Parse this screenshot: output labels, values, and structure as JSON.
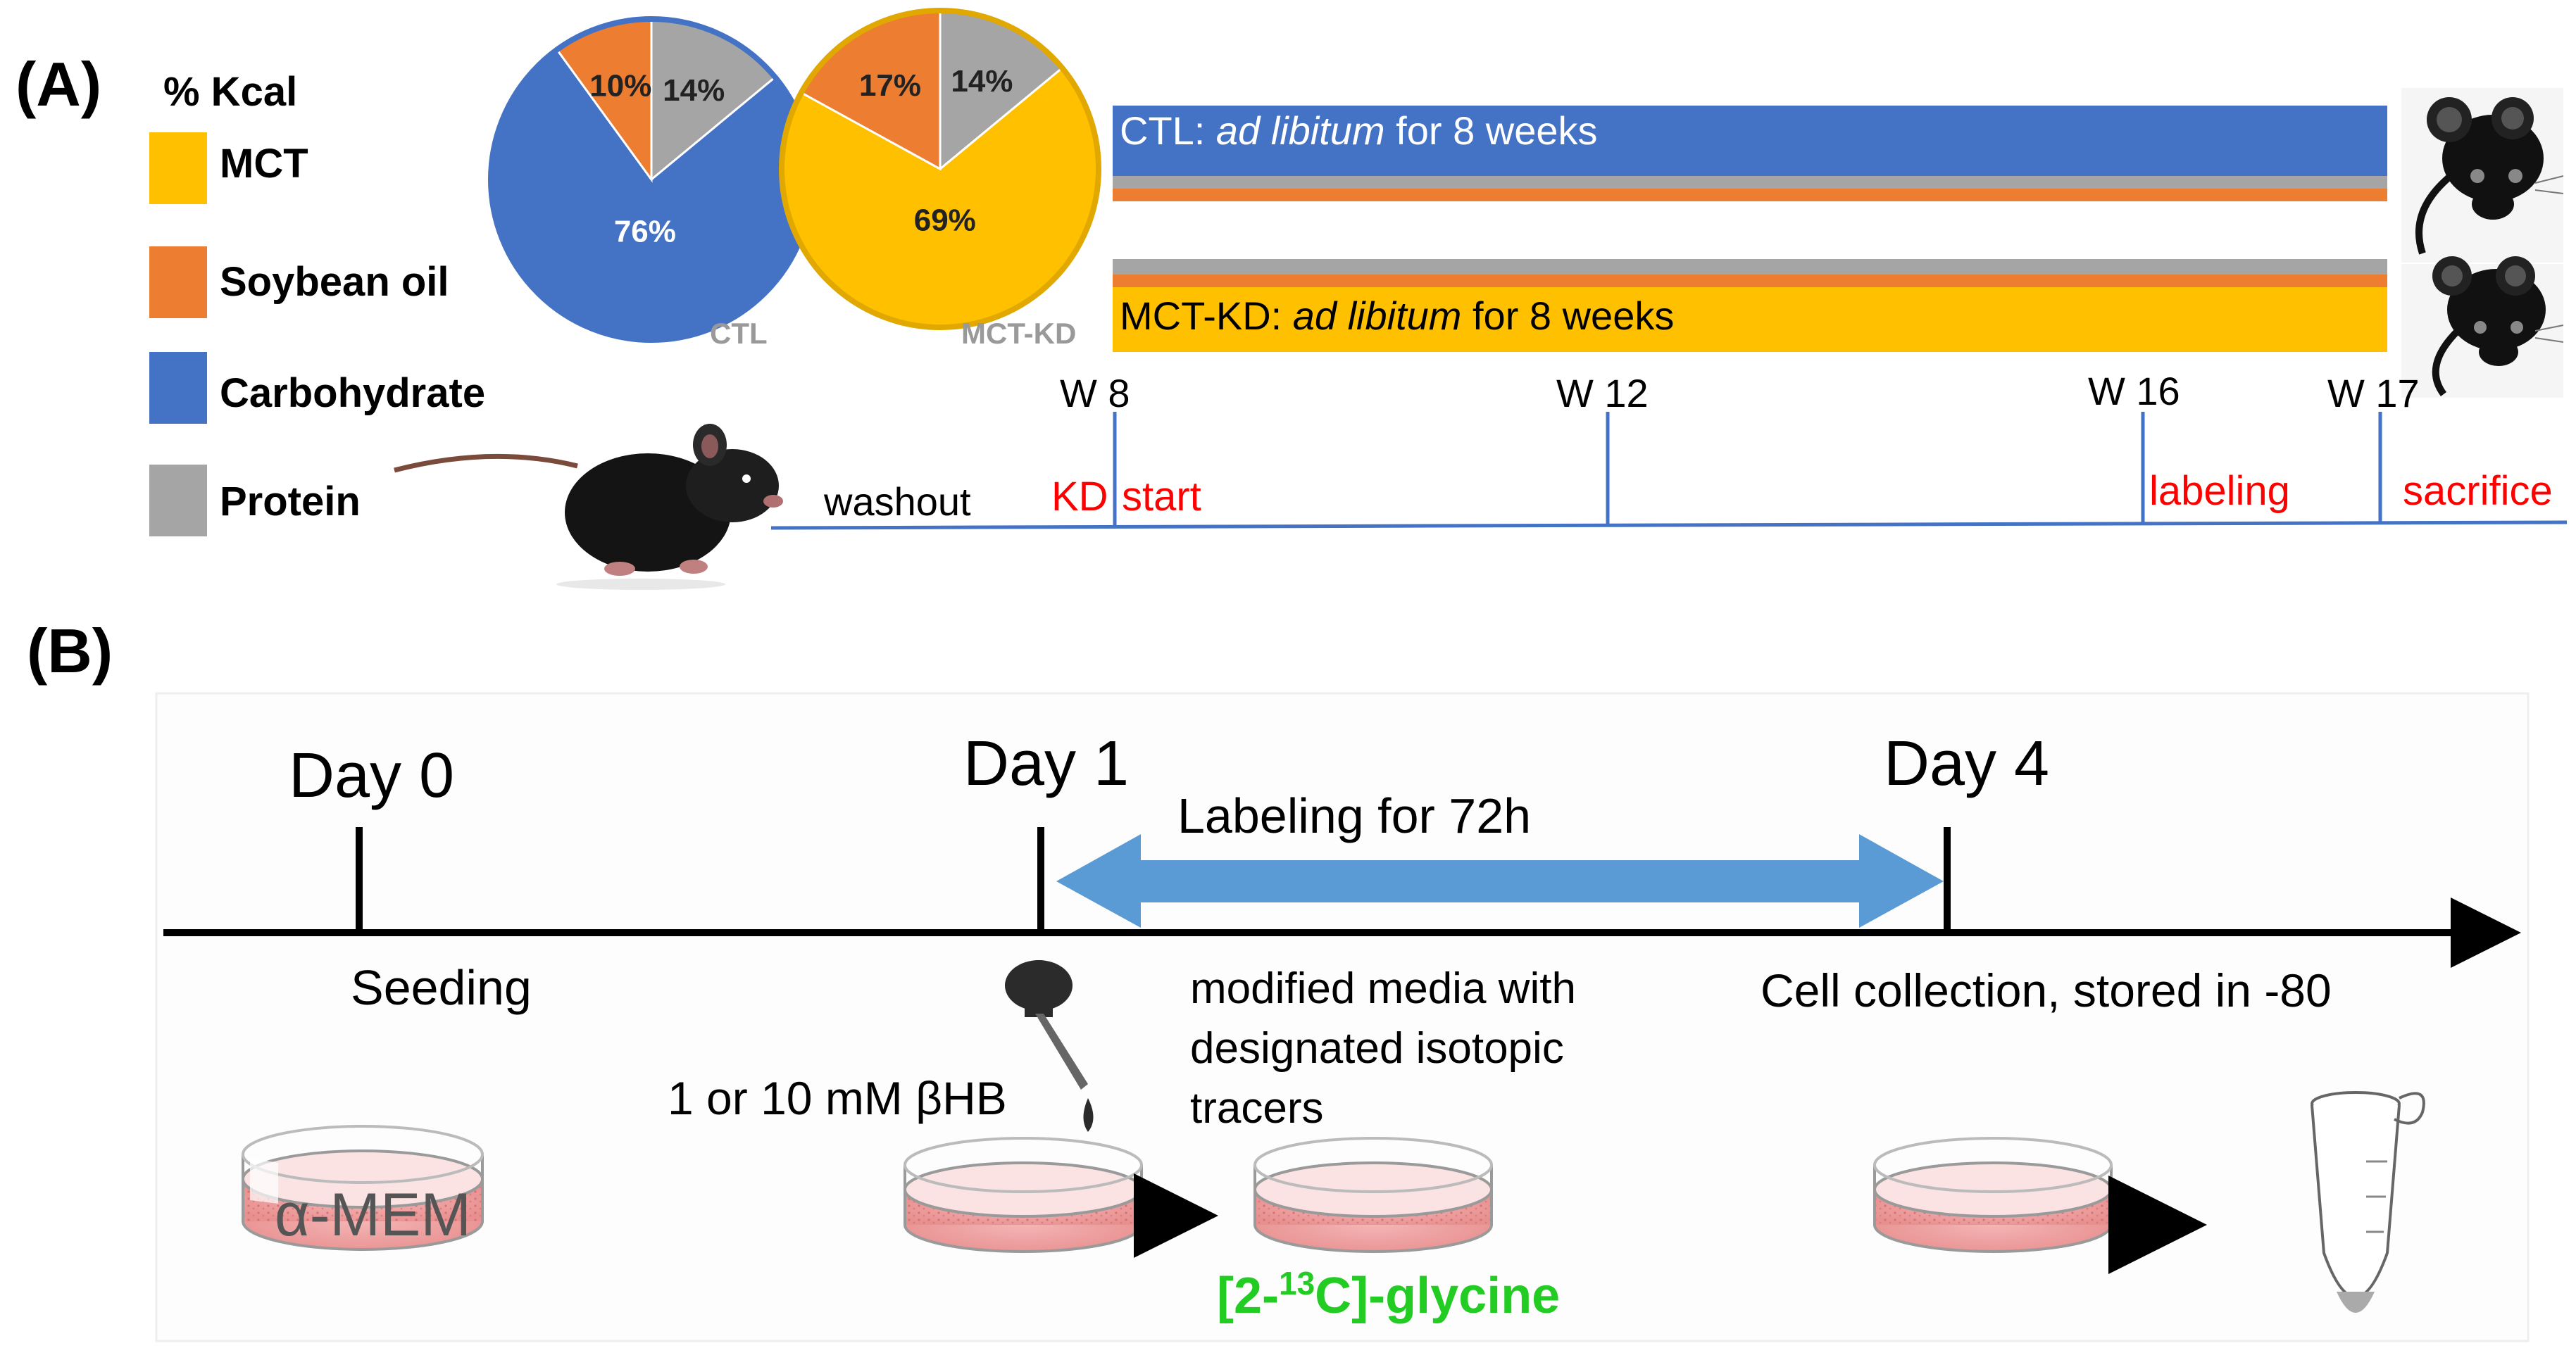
{
  "panel_a": {
    "label": "(A)",
    "legend": {
      "title": "% Kcal",
      "items": [
        {
          "label": "MCT",
          "color": "#FFC000"
        },
        {
          "label": "Soybean oil",
          "color": "#ED7D31"
        },
        {
          "label": "Carbohydrate",
          "color": "#4472C4"
        },
        {
          "label": "Protein",
          "color": "#A5A5A5"
        }
      ]
    },
    "pies": [
      {
        "name": "CTL",
        "slices": [
          {
            "component": "Protein",
            "percent": 14,
            "label": "14%"
          },
          {
            "component": "Carbohydrate",
            "percent": 76,
            "label": "76%"
          },
          {
            "component": "Soybean oil",
            "percent": 10,
            "label": "10%"
          }
        ]
      },
      {
        "name": "MCT-KD",
        "slices": [
          {
            "component": "Protein",
            "percent": 14,
            "label": "14%"
          },
          {
            "component": "MCT",
            "percent": 69,
            "label": "69%"
          },
          {
            "component": "Soybean oil",
            "percent": 17,
            "label": "17%"
          }
        ]
      }
    ],
    "diet_bars": {
      "ctl_prefix": "CTL: ",
      "ctl_italic": "ad libitum",
      "ctl_suffix": " for 8 weeks",
      "kd_prefix": "MCT-KD: ",
      "kd_italic": "ad libitum",
      "kd_suffix": " for 8 weeks"
    },
    "timeline": {
      "weeks": [
        "W 8",
        "W 12",
        "W 16",
        "W 17"
      ],
      "washout": "washout",
      "kd": "KD",
      "start": "start",
      "labeling": "labeling",
      "sacrifice": "sacrifice"
    },
    "colors": {
      "red": "#FF0000",
      "axis": "#4472C4"
    }
  },
  "panel_b": {
    "label": "(B)",
    "days": [
      "Day 0",
      "Day 1",
      "Day 4"
    ],
    "arrow_label": "Labeling for 72h",
    "seeding": "Seeding",
    "media_line1": "modified media with",
    "media_line2": "designated isotopic",
    "media_line3": "tracers",
    "collection": "Cell collection, stored in -80",
    "dose": "1 or 10 mM βHB",
    "dish_label": "α-MEM",
    "tracer_prefix": "[2-",
    "tracer_sup": "13",
    "tracer_suffix": "C]-glycine",
    "colors": {
      "arrow": "#5B9BD5",
      "tracer": "#22CC22"
    }
  }
}
